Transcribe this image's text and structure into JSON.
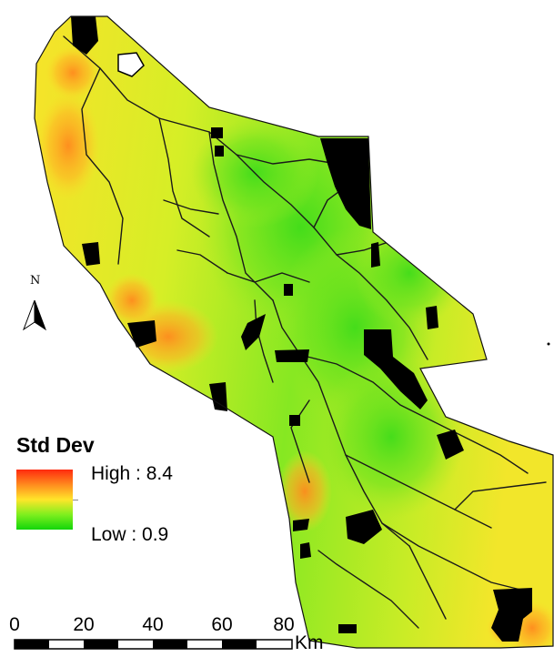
{
  "legend": {
    "title": "Std Dev",
    "high_label": "High : 8.4",
    "low_label": "Low : 0.9",
    "high_value": 8.4,
    "low_value": 0.9,
    "ramp_colors": [
      "#ff2a0e",
      "#ff8a1e",
      "#ffe52a",
      "#7fef1e",
      "#12d60a"
    ]
  },
  "north_arrow": {
    "label": "N",
    "icon": "north-arrow-icon"
  },
  "scale_bar": {
    "ticks": [
      "0",
      "20",
      "40",
      "60",
      "80"
    ],
    "unit": "Km"
  },
  "colors": {
    "high": "#ff2a0e",
    "mid": "#ffe52a",
    "low": "#12d60a",
    "mask": "#000000",
    "roads": "#1a1a1a"
  }
}
